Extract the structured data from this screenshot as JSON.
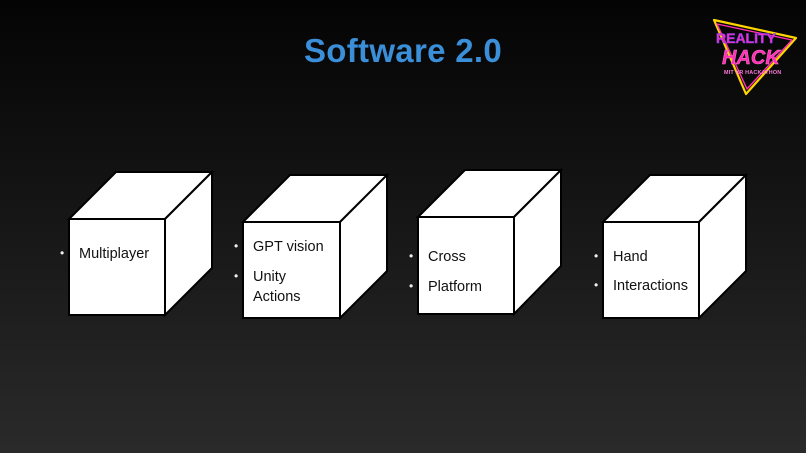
{
  "title": "Software 2.0",
  "logo": {
    "line1": "REALITY",
    "line2": "HACK",
    "line3": "MIT XR HACKATHON",
    "colors": [
      "#ff2fb3",
      "#7a3cff",
      "#ffd400"
    ]
  },
  "cubes": [
    {
      "items": [
        "Multiplayer"
      ]
    },
    {
      "items": [
        "GPT vision",
        "Unity",
        "Actions"
      ]
    },
    {
      "items": [
        "Cross",
        "Platform"
      ]
    },
    {
      "items": [
        "Hand",
        "Interactions"
      ]
    }
  ],
  "bullet_glyph": "•"
}
